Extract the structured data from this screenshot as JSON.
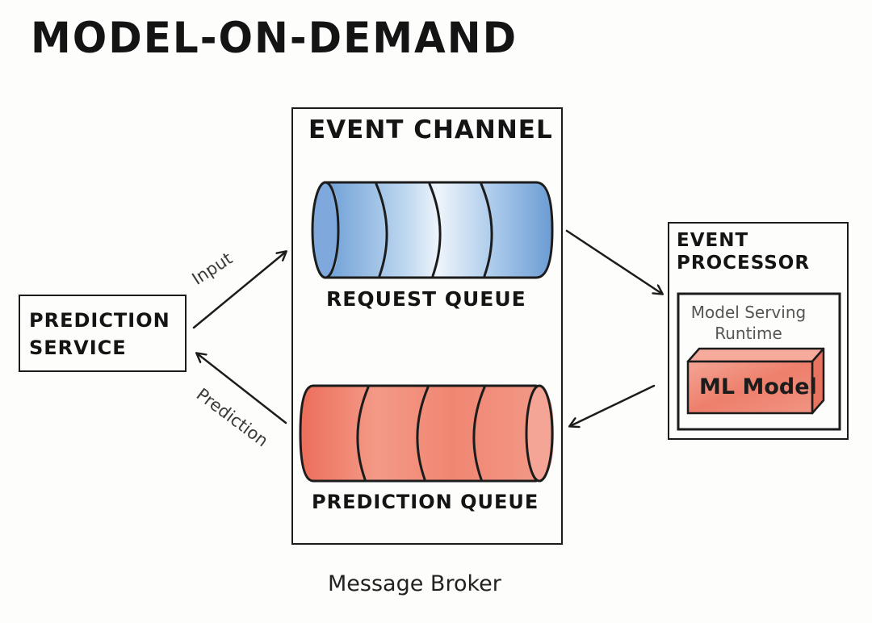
{
  "title": "MODEL-ON-DEMAND",
  "event_channel": {
    "title": "EVENT CHANNEL",
    "request_queue": "REQUEST QUEUE",
    "prediction_queue": "PREDICTION QUEUE",
    "caption": "Message Broker"
  },
  "prediction_service": {
    "label": "PREDICTION\nSERVICE"
  },
  "event_processor": {
    "label": "EVENT\nPROCESSOR",
    "runtime": "Model Serving\nRuntime",
    "model": "ML Model"
  },
  "arrows": {
    "input": "Input",
    "prediction": "Prediction"
  },
  "colors": {
    "request_queue_fill": "#7eaede",
    "prediction_queue_fill": "#ef7d6a",
    "ml_model_fill": "#f08878",
    "ink": "#1c1c1c"
  }
}
